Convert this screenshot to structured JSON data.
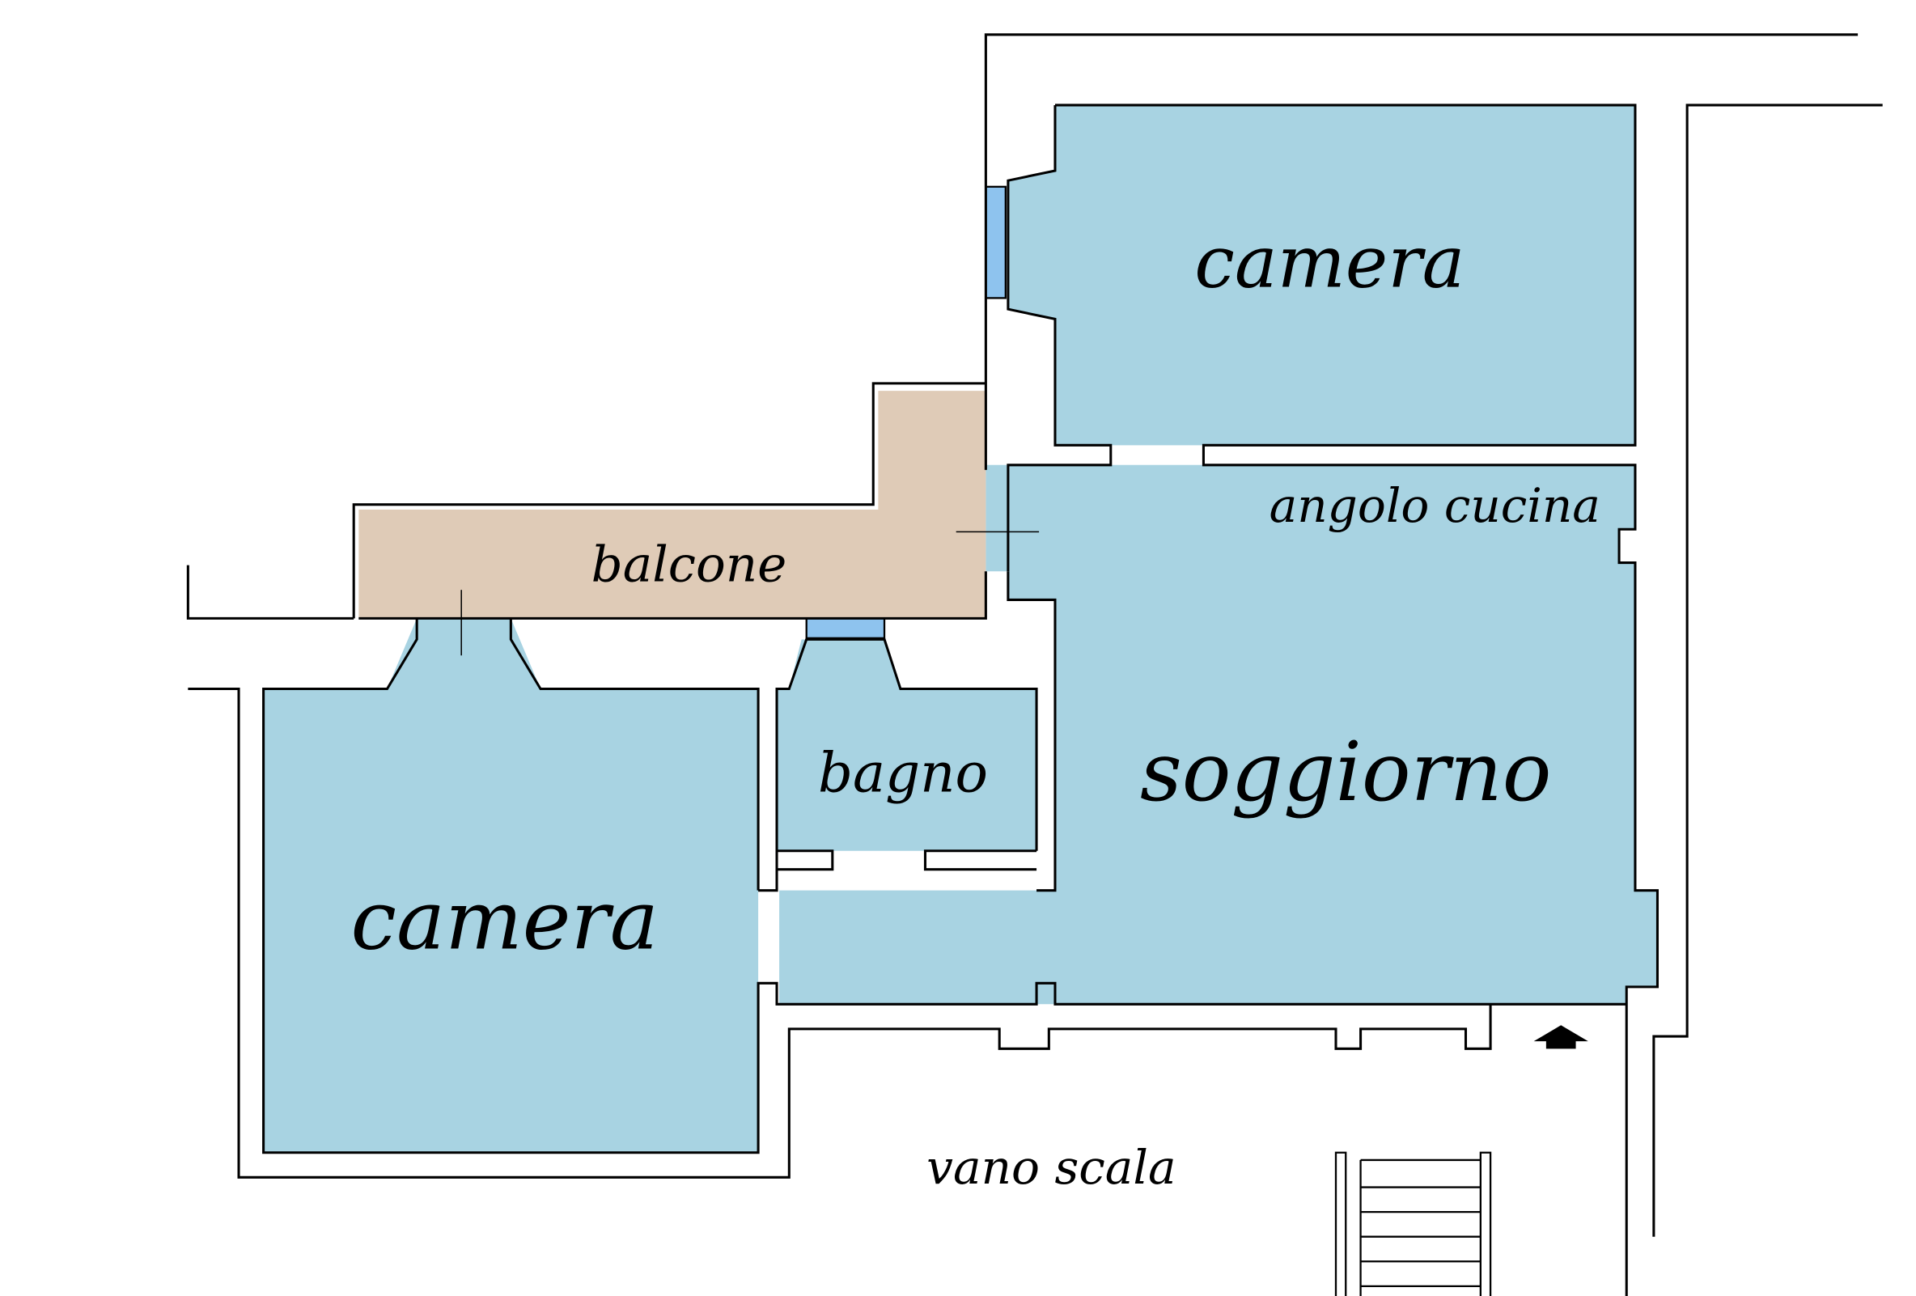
{
  "colors": {
    "background": "#ffffff",
    "room_fill": "#a8d3e2",
    "balcony_fill": "#dfcbb7",
    "window_fill": "#8ec3ee",
    "wall_stroke": "#000000"
  },
  "labels": {
    "camera_top": "camera",
    "angolo_cucina": "angolo cucina",
    "balcone": "balcone",
    "bagno": "bagno",
    "soggiorno": "soggiorno",
    "camera_bottom": "camera",
    "vano_scala": "vano scala"
  },
  "icons": {
    "entrance_arrow": "entrance-arrow-icon",
    "staircase": "staircase-icon"
  }
}
